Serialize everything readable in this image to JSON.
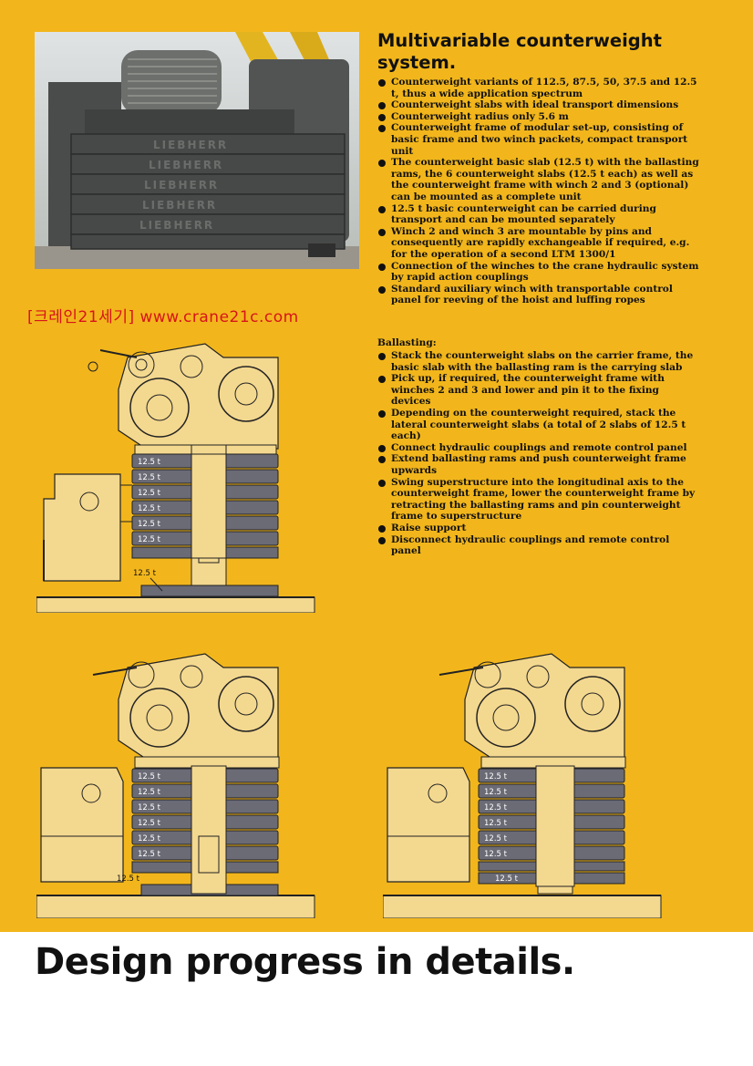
{
  "header": {
    "title": "Multivariable counterweight system.",
    "watermark": "[크레인21세기] www.crane21c.com"
  },
  "features": [
    "Counterweight variants of 112.5, 87.5, 50, 37.5 and 12.5 t, thus a wide application spectrum",
    "Counterweight slabs with ideal transport dimensions",
    "Counterweight radius only 5.6 m",
    "Counterweight frame of modular set-up, consisting of basic frame and two winch packets, compact transport unit",
    "The counterweight basic slab (12.5 t) with the ballasting rams, the 6 counterweight slabs (12.5 t each) as well as the counterweight frame with winch 2 and 3 (optional) can be mounted as a complete unit",
    "12.5 t basic counterweight can be carried during transport and can be mounted separately",
    "Winch 2 and winch 3 are mountable by pins and consequently are rapidly exchangeable if required, e.g. for the operation of a second LTM 1300/1",
    "Connection of the winches to the crane hydraulic system by rapid action couplings",
    "Standard auxiliary winch with transportable control panel for reeving of the hoist and luffing ropes"
  ],
  "ballasting": {
    "heading": "Ballasting:",
    "steps": [
      "Stack the counterweight slabs on the carrier frame, the basic slab with the ballasting ram is the carrying slab",
      "Pick up, if required, the counterweight frame with winches 2 and 3 and lower and pin it to the fixing devices",
      "Depending on the counterweight required, stack the lateral counterweight slabs (a total of 2 slabs of 12.5 t each)",
      "Connect hydraulic couplings and remote control panel",
      "Extend ballasting rams and push counterweight frame upwards",
      "Swing superstructure into the longitudinal axis to the counterweight frame, lower the counterweight frame by retracting the ballasting rams and pin counterweight frame to superstructure",
      "Raise support",
      "Disconnect hydraulic couplings and remote control panel"
    ]
  },
  "diagrams": {
    "slab_label": "12.5 t",
    "base_label": "12.5 t"
  },
  "photo": {
    "brand_marking": "LIEBHERR"
  },
  "footer": {
    "headline": "Design progress in details."
  },
  "colors": {
    "background": "#f2b61c",
    "machine_fill": "#f3d88f",
    "slab_fill": "#6b6b76",
    "watermark": "#d8141b"
  }
}
